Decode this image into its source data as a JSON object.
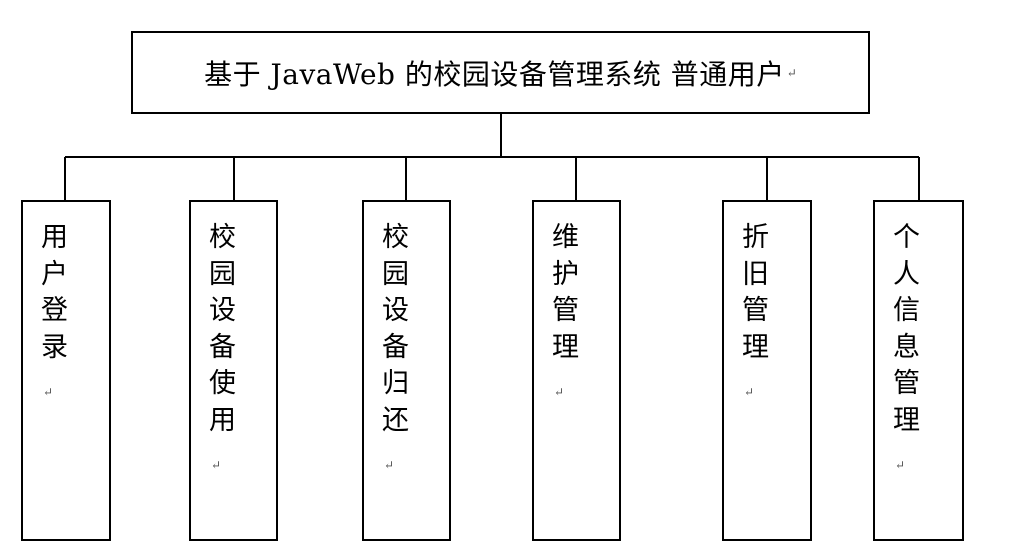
{
  "title": "基于 JavaWeb 的校园设备管理系统 普通用户",
  "paragraph_mark": "↵",
  "modules": [
    {
      "label": "用户登录"
    },
    {
      "label": "校园设备使用"
    },
    {
      "label": "校园设备归还"
    },
    {
      "label": "维护管理"
    },
    {
      "label": "折旧管理"
    },
    {
      "label": "个人信息管理"
    }
  ]
}
